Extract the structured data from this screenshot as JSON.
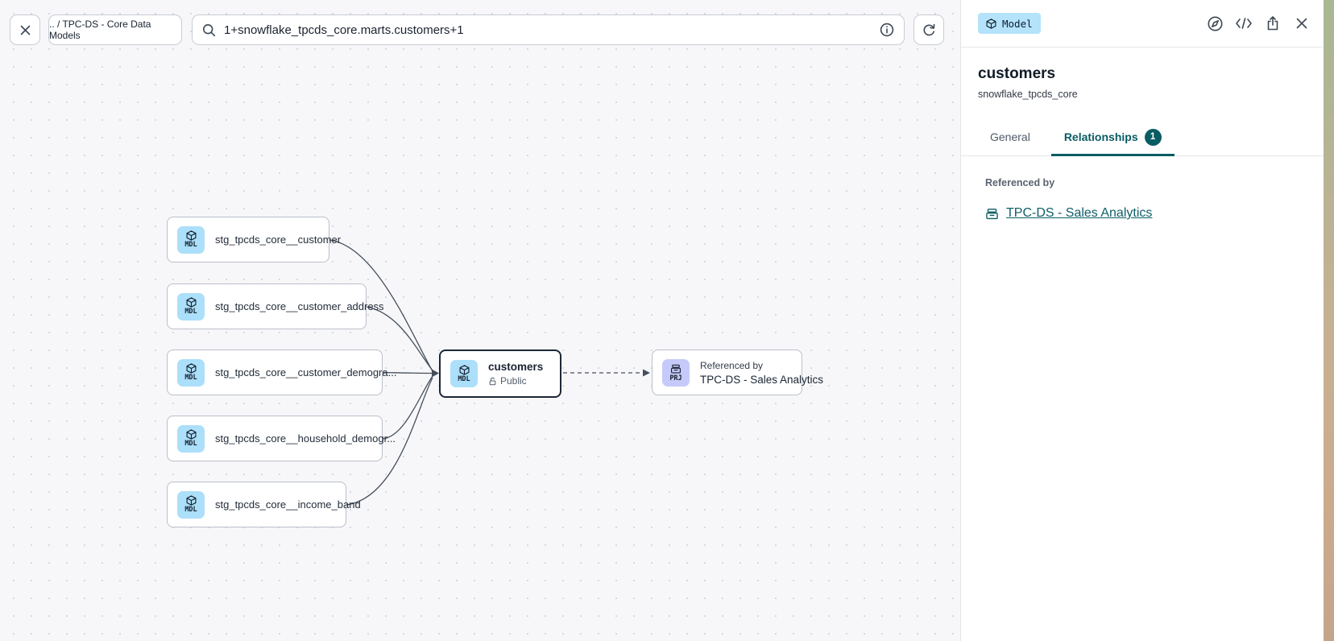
{
  "topbar": {
    "breadcrumb": ".. / TPC-DS - Core Data Models",
    "search_value": "1+snowflake_tpcds_core.marts.customers+1"
  },
  "canvas": {
    "upstream_nodes": [
      {
        "badge": "MDL",
        "label": "stg_tpcds_core__customer"
      },
      {
        "badge": "MDL",
        "label": "stg_tpcds_core__customer_address"
      },
      {
        "badge": "MDL",
        "label": "stg_tpcds_core__customer_demogra..."
      },
      {
        "badge": "MDL",
        "label": "stg_tpcds_core__household_demogr..."
      },
      {
        "badge": "MDL",
        "label": "stg_tpcds_core__income_band"
      }
    ],
    "selected_node": {
      "badge": "MDL",
      "title": "customers",
      "access": "Public"
    },
    "project_node": {
      "badge": "PRJ",
      "line1": "Referenced by",
      "line2": "TPC-DS - Sales Analytics"
    }
  },
  "panel": {
    "type_badge": "Model",
    "title": "customers",
    "subtitle": "snowflake_tpcds_core",
    "tabs": [
      {
        "label": "General"
      },
      {
        "label": "Relationships",
        "count": "1"
      }
    ],
    "referenced_by_label": "Referenced by",
    "referenced_by_link": "TPC-DS - Sales Analytics"
  },
  "colors": {
    "accent_teal": "#0a5c63",
    "model_icon_bg": "#abdffa",
    "project_icon_bg": "#c6cafa",
    "type_badge_bg": "#b4e3fb",
    "edge": "#454e5b"
  },
  "icons": [
    "close-icon",
    "search-icon",
    "info-icon",
    "refresh-icon",
    "compass-icon",
    "code-icon",
    "share-icon",
    "cube-icon",
    "drawer-icon",
    "lock-open-icon"
  ]
}
